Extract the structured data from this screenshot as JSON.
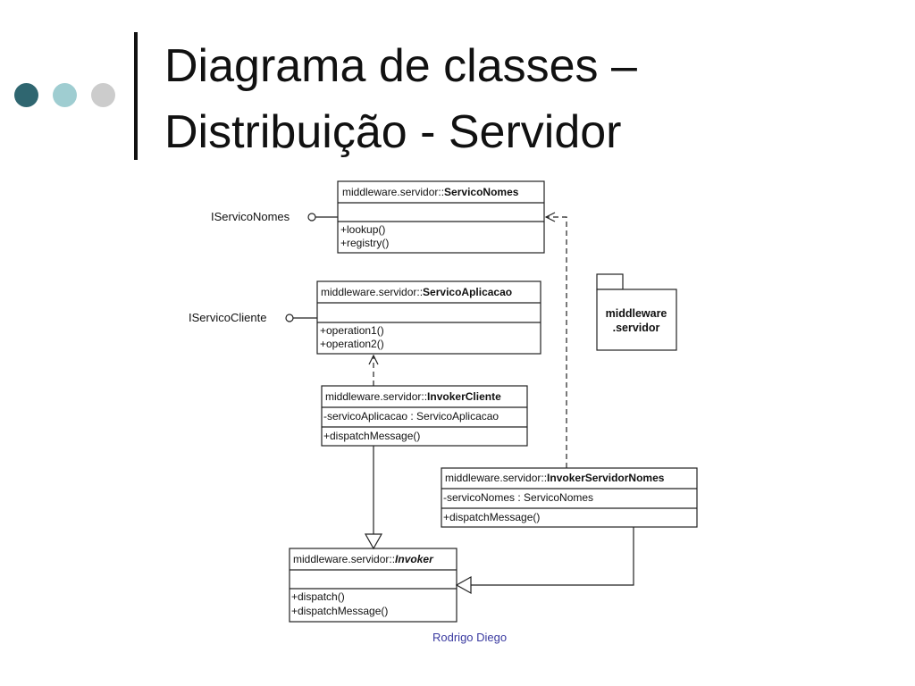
{
  "title": {
    "line1": "Diagrama de classes –",
    "line2": "Distribuição - Servidor"
  },
  "colors": {
    "dot_dark": "#2f6670",
    "dot_mid": "#9fcdd1",
    "dot_light": "#cccccc",
    "footer_text": "#3a3aa0"
  },
  "diagram": {
    "classes": {
      "servico_nomes": {
        "prefix": "middleware.servidor::",
        "name": "ServicoNomes",
        "attributes": [],
        "operations": [
          "+lookup()",
          "+registry()"
        ]
      },
      "servico_aplicacao": {
        "prefix": "middleware.servidor::",
        "name": "ServicoAplicacao",
        "attributes": [],
        "operations": [
          "+operation1()",
          "+operation2()"
        ]
      },
      "invoker_cliente": {
        "prefix": "middleware.servidor::",
        "name": "InvokerCliente",
        "attributes": [
          "-servicoAplicacao : ServicoAplicacao"
        ],
        "operations": [
          "+dispatchMessage()"
        ]
      },
      "invoker_servidor_nomes": {
        "prefix": "middleware.servidor::",
        "name": "InvokerServidorNomes",
        "attributes": [
          "-servicoNomes : ServicoNomes"
        ],
        "operations": [
          "+dispatchMessage()"
        ]
      },
      "invoker": {
        "prefix": "middleware.servidor::",
        "name": "Invoker",
        "attributes": [],
        "operations": [
          "+dispatch()",
          "+dispatchMessage()"
        ]
      }
    },
    "interfaces": {
      "iservico_nomes": "IServicoNomes",
      "iservico_cliente": "IServicoCliente"
    },
    "package": {
      "line1": "middleware",
      "line2": ".servidor"
    }
  },
  "footer": {
    "author": "Rodrigo Diego"
  }
}
